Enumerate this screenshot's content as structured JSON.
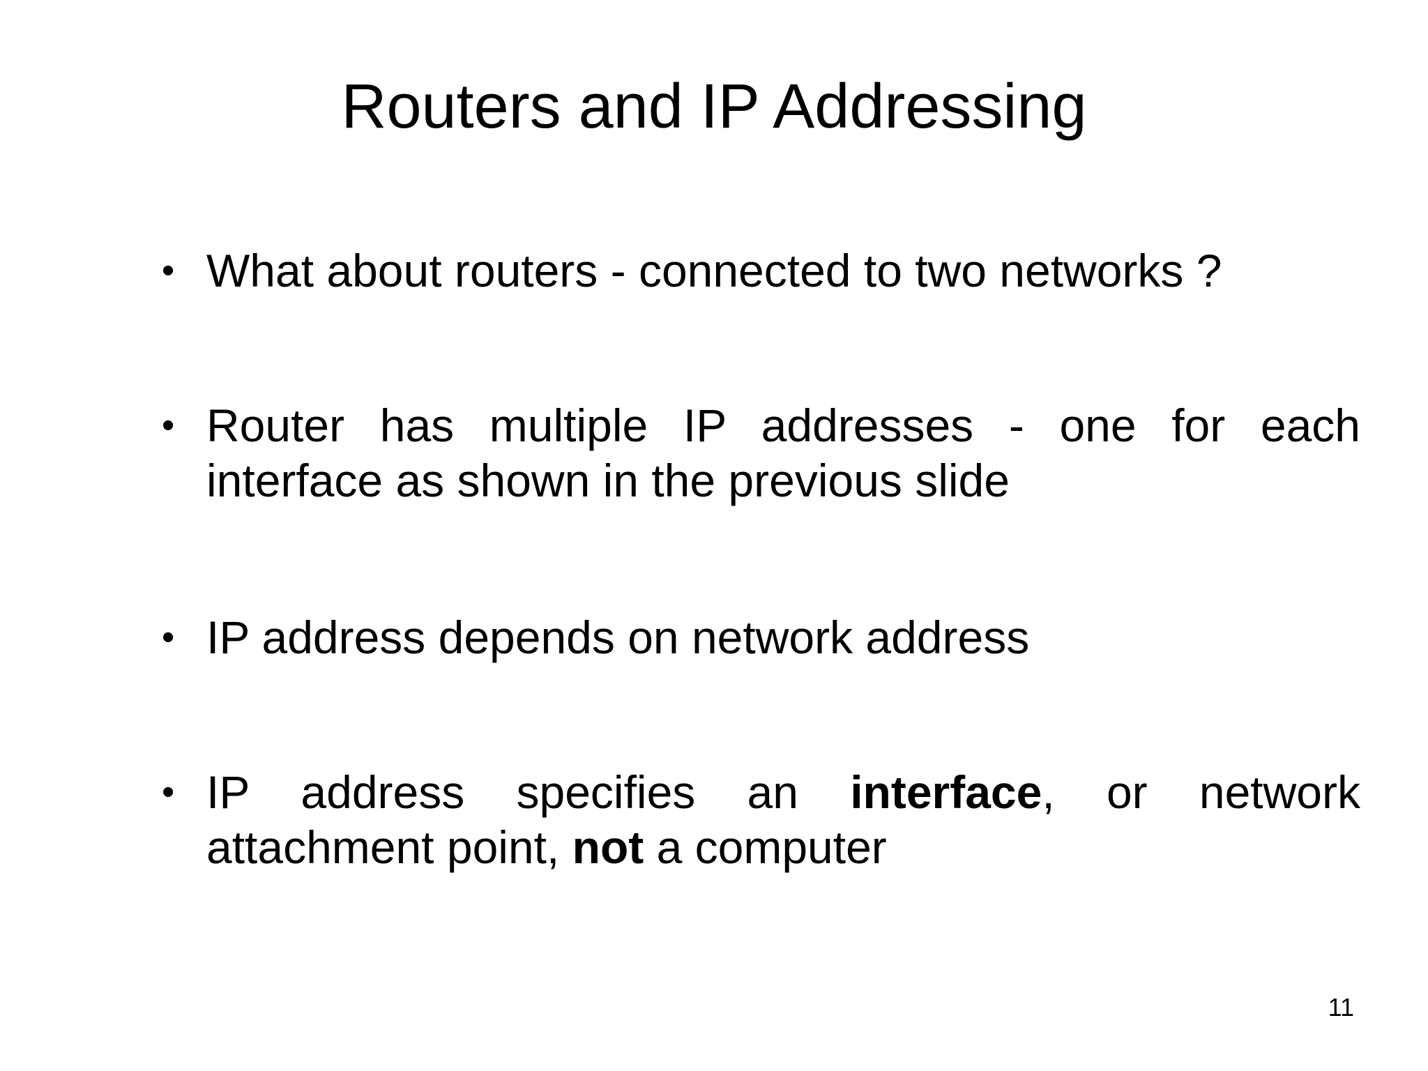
{
  "slide": {
    "title": "Routers and IP Addressing",
    "bullet_symbol": "•",
    "bullets": [
      {
        "lines": [
          "What about routers - connected to two networks ?"
        ]
      },
      {
        "lines": [
          "Router has multiple IP addresses - one for each",
          "interface  as shown in the previous slide"
        ]
      },
      {
        "lines": [
          "IP address depends on network address"
        ]
      },
      {
        "line1_part1": "IP address specifies an ",
        "line1_bold": "interface",
        "line1_part2": ", or network",
        "line2_part1": "attachment point, ",
        "line2_bold": "not",
        "line2_part2": " a computer"
      }
    ],
    "page_number": "11"
  }
}
